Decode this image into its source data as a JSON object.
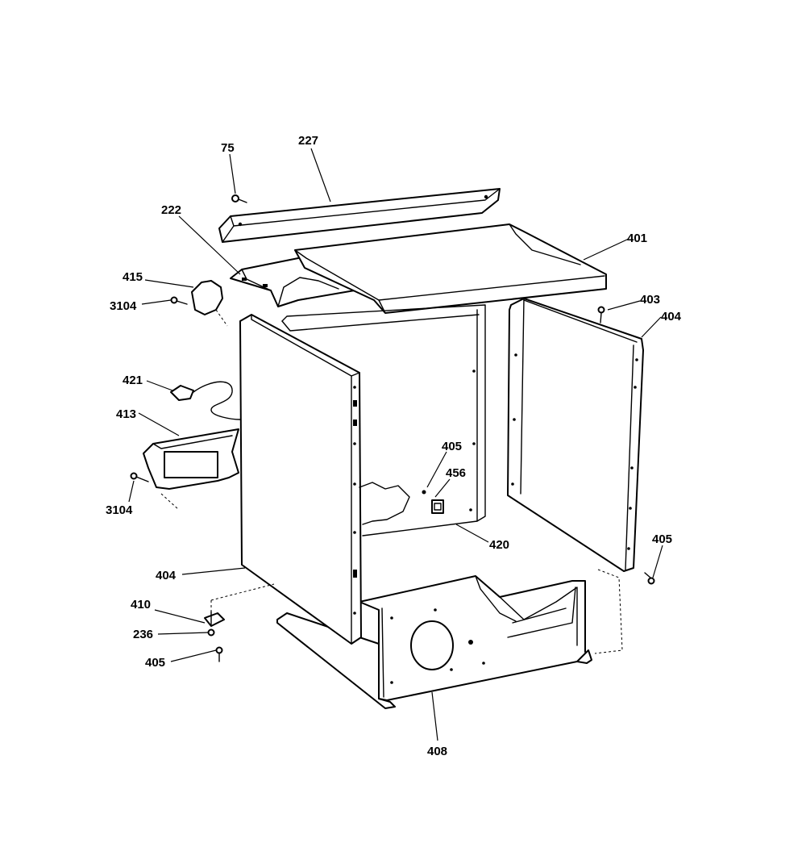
{
  "callouts": {
    "c75": "75",
    "c227": "227",
    "c222": "222",
    "c401": "401",
    "c415": "415",
    "c3104a": "3104",
    "c403": "403",
    "c404a": "404",
    "c421": "421",
    "c413": "413",
    "c405a": "405",
    "c456": "456",
    "c3104b": "3104",
    "c420": "420",
    "c405b": "405",
    "c404b": "404",
    "c410": "410",
    "c236": "236",
    "c405c": "405",
    "c408": "408"
  }
}
